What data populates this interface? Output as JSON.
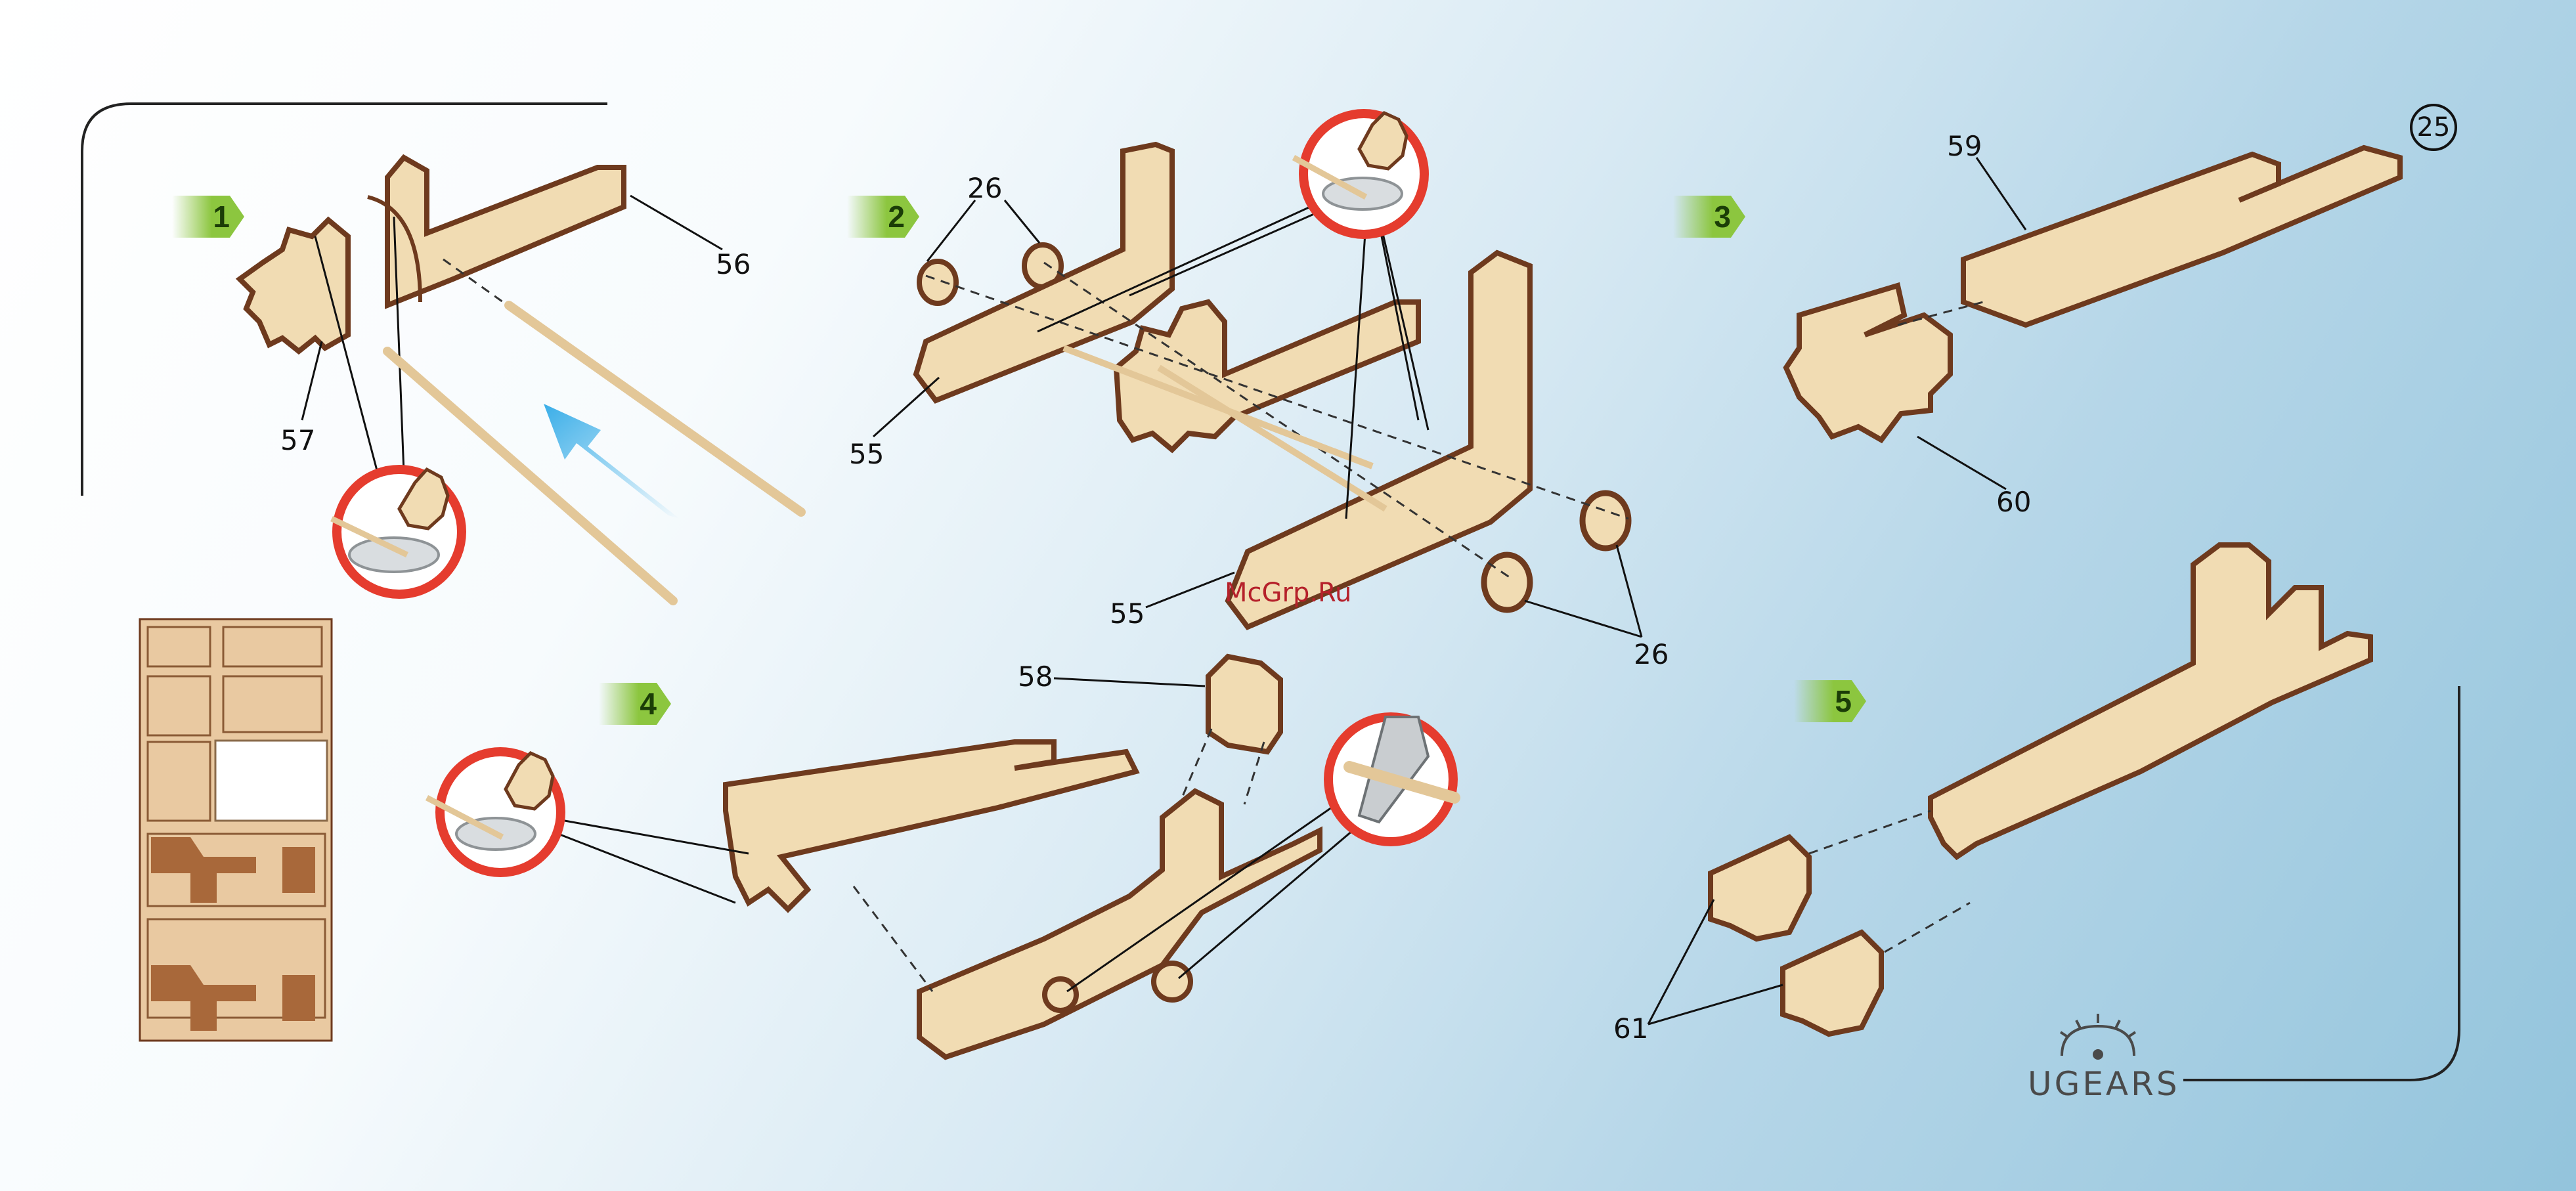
{
  "page_number": "25",
  "steps": [
    {
      "label": "1"
    },
    {
      "label": "2"
    },
    {
      "label": "3"
    },
    {
      "label": "4"
    },
    {
      "label": "5"
    }
  ],
  "part_labels": {
    "p56": "56",
    "p57": "57",
    "p26_top": "26",
    "p55_top": "55",
    "p55_bottom": "55",
    "p26_bottom": "26",
    "p59": "59",
    "p60": "60",
    "p58": "58",
    "p61": "61"
  },
  "watermark": "McGrp.Ru",
  "brand": {
    "name": "UGEARS"
  },
  "colors": {
    "step_badge": "#8cc63f",
    "callout_ring": "#e53c2e",
    "wood_face": "#f1dcb3",
    "wood_edge": "#6e3a1e",
    "arrow": "#3aaee8"
  },
  "icons": [
    "glue-callout-icon",
    "cutter-knife-icon",
    "push-arrow-icon",
    "gear-logo-icon"
  ]
}
